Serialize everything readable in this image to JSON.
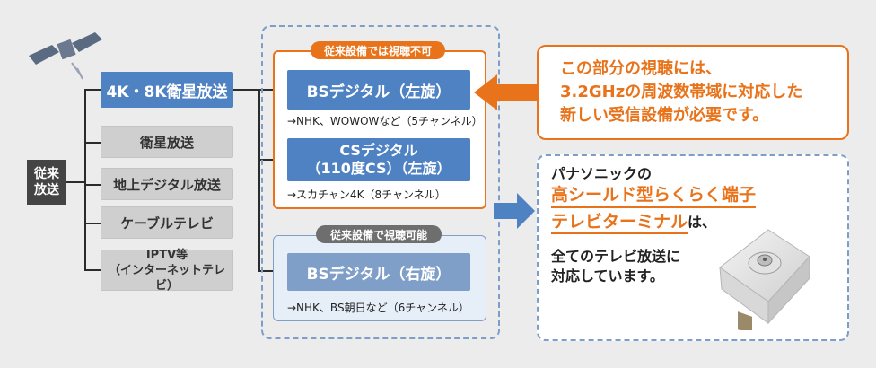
{
  "left": {
    "source_label": "従来\n放送",
    "top_box": "4K・8K衛星放送",
    "items": [
      "衛星放送",
      "地上デジタル放送",
      "ケーブルテレビ",
      "IPTV等\n（インターネットテレビ）"
    ]
  },
  "orange_group": {
    "tag": "従来設備では視聴不可",
    "bs_left": "BSデジタル（左旋）",
    "bs_left_note": "→NHK、WOWOWなど（5チャンネル）",
    "cs_left": "CSデジタル\n（110度CS）（左旋）",
    "cs_left_note": "→スカチャン4K（8チャンネル）"
  },
  "blue_group": {
    "tag": "従来設備で視聴可能",
    "bs_right": "BSデジタル（右旋）",
    "bs_right_note": "→NHK、BS朝日など（6チャンネル）"
  },
  "callout": {
    "line1": "この部分の視聴には、",
    "line2": "3.2GHzの周波数帯域に対応した",
    "line3": "新しい受信設備が必要です。"
  },
  "product": {
    "line1": "パナソニックの",
    "highlight1": "高シールド型らくらく端子",
    "highlight2": "テレビターミナル",
    "highlight2_suffix": "は、",
    "line4": "全てのテレビ放送に",
    "line5": "対応しています。"
  },
  "colors": {
    "orange": "#e8731a",
    "blue": "#4f82c3",
    "gray_blue": "#7f9fc8"
  },
  "icons": [
    "satellite-icon",
    "terminal-product-image",
    "arrow-left-icon",
    "arrow-right-icon"
  ]
}
